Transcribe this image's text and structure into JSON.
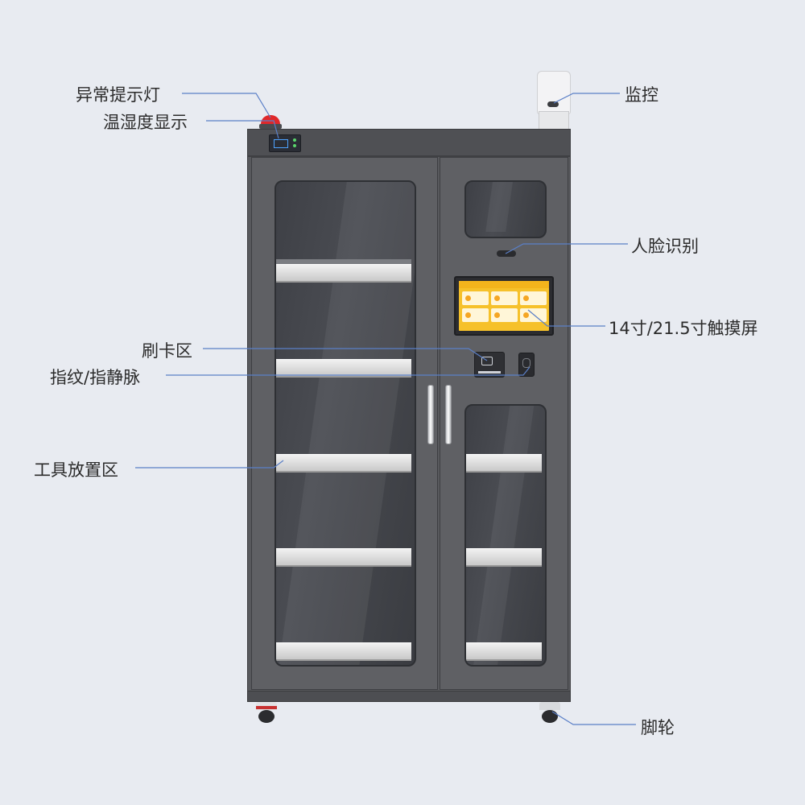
{
  "callouts": {
    "alarm_light": "异常提示灯",
    "temp_humidity_display": "温湿度显示",
    "monitoring": "监控",
    "face_recognition": "人脸识别",
    "touch_screen": "14寸/21.5寸触摸屏",
    "card_area": "刷卡区",
    "fingerprint_vein": "指纹/指静脉",
    "tool_storage_area": "工具放置区",
    "casters": "脚轮"
  },
  "colors": {
    "background": "#e8ebf1",
    "cabinet_body": "#58595d",
    "screen_ui": "#f6c12a",
    "alarm_light": "#e0282a",
    "leader_line": "#5a7fc7"
  }
}
